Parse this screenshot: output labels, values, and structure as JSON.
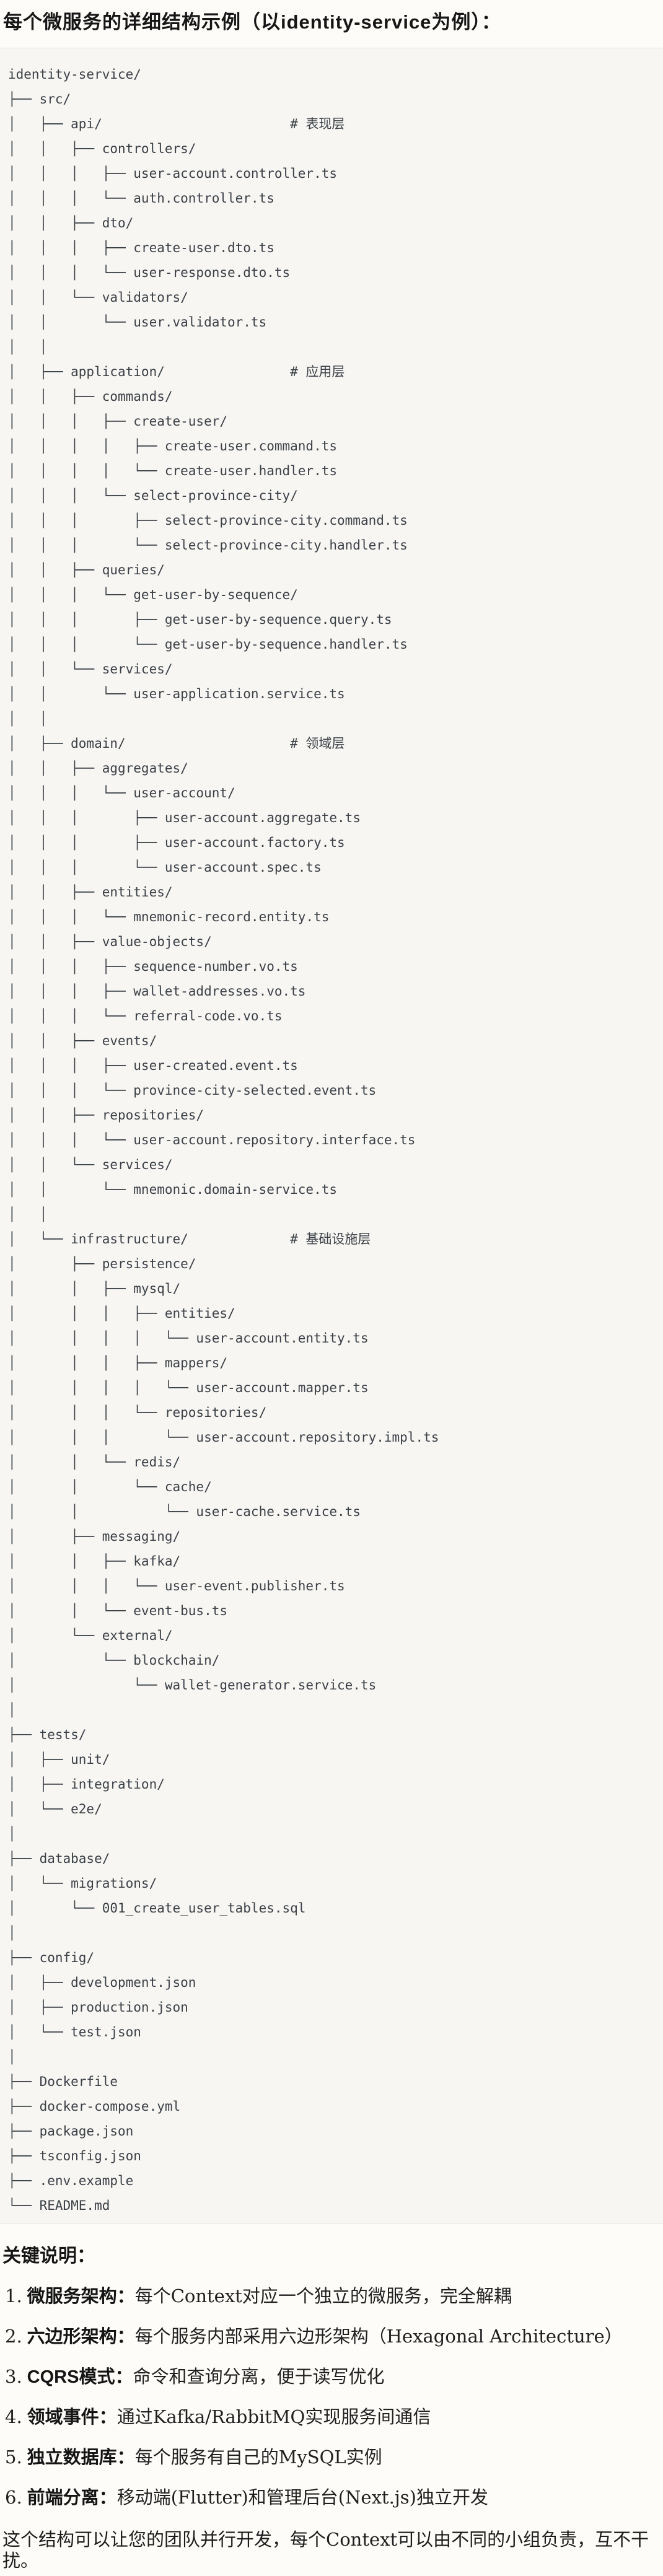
{
  "page": {
    "title": "每个微服务的详细结构示例（以identity-service为例）："
  },
  "code_block": {
    "tree_lines": [
      "identity-service/",
      "├── src/",
      "│   ├── api/                        # 表现层",
      "│   │   ├── controllers/",
      "│   │   │   ├── user-account.controller.ts",
      "│   │   │   └── auth.controller.ts",
      "│   │   ├── dto/",
      "│   │   │   ├── create-user.dto.ts",
      "│   │   │   └── user-response.dto.ts",
      "│   │   └── validators/",
      "│   │       └── user.validator.ts",
      "│   │",
      "│   ├── application/                # 应用层",
      "│   │   ├── commands/",
      "│   │   │   ├── create-user/",
      "│   │   │   │   ├── create-user.command.ts",
      "│   │   │   │   └── create-user.handler.ts",
      "│   │   │   └── select-province-city/",
      "│   │   │       ├── select-province-city.command.ts",
      "│   │   │       └── select-province-city.handler.ts",
      "│   │   ├── queries/",
      "│   │   │   └── get-user-by-sequence/",
      "│   │   │       ├── get-user-by-sequence.query.ts",
      "│   │   │       └── get-user-by-sequence.handler.ts",
      "│   │   └── services/",
      "│   │       └── user-application.service.ts",
      "│   │",
      "│   ├── domain/                     # 领域层",
      "│   │   ├── aggregates/",
      "│   │   │   └── user-account/",
      "│   │   │       ├── user-account.aggregate.ts",
      "│   │   │       ├── user-account.factory.ts",
      "│   │   │       └── user-account.spec.ts",
      "│   │   ├── entities/",
      "│   │   │   └── mnemonic-record.entity.ts",
      "│   │   ├── value-objects/",
      "│   │   │   ├── sequence-number.vo.ts",
      "│   │   │   ├── wallet-addresses.vo.ts",
      "│   │   │   └── referral-code.vo.ts",
      "│   │   ├── events/",
      "│   │   │   ├── user-created.event.ts",
      "│   │   │   └── province-city-selected.event.ts",
      "│   │   ├── repositories/",
      "│   │   │   └── user-account.repository.interface.ts",
      "│   │   └── services/",
      "│   │       └── mnemonic.domain-service.ts",
      "│   │",
      "│   └── infrastructure/             # 基础设施层",
      "│       ├── persistence/",
      "│       │   ├── mysql/",
      "│       │   │   ├── entities/",
      "│       │   │   │   └── user-account.entity.ts",
      "│       │   │   ├── mappers/",
      "│       │   │   │   └── user-account.mapper.ts",
      "│       │   │   └── repositories/",
      "│       │   │       └── user-account.repository.impl.ts",
      "│       │   └── redis/",
      "│       │       └── cache/",
      "│       │           └── user-cache.service.ts",
      "│       ├── messaging/",
      "│       │   ├── kafka/",
      "│       │   │   └── user-event.publisher.ts",
      "│       │   └── event-bus.ts",
      "│       └── external/",
      "│           └── blockchain/",
      "│               └── wallet-generator.service.ts",
      "│",
      "├── tests/",
      "│   ├── unit/",
      "│   ├── integration/",
      "│   └── e2e/",
      "│",
      "├── database/",
      "│   └── migrations/",
      "│       └── 001_create_user_tables.sql",
      "│",
      "├── config/",
      "│   ├── development.json",
      "│   ├── production.json",
      "│   └── test.json",
      "│",
      "├── Dockerfile",
      "├── docker-compose.yml",
      "├── package.json",
      "├── tsconfig.json",
      "├── .env.example",
      "└── README.md"
    ]
  },
  "notes": {
    "heading": "关键说明：",
    "items": [
      {
        "num": "1.",
        "label": "微服务架构：",
        "desc": "每个Context对应一个独立的微服务，完全解耦"
      },
      {
        "num": "2.",
        "label": "六边形架构：",
        "desc": "每个服务内部采用六边形架构（Hexagonal Architecture）"
      },
      {
        "num": "3.",
        "label": "CQRS模式：",
        "desc": "命令和查询分离，便于读写优化"
      },
      {
        "num": "4.",
        "label": "领域事件：",
        "desc": "通过Kafka/RabbitMQ实现服务间通信"
      },
      {
        "num": "5.",
        "label": "独立数据库：",
        "desc": "每个服务有自己的MySQL实例"
      },
      {
        "num": "6.",
        "label": "前端分离：",
        "desc": "移动端(Flutter)和管理后台(Next.js)独立开发"
      }
    ],
    "footer": "这个结构可以让您的团队并行开发，每个Context可以由不同的小组负责，互不干扰。"
  },
  "colors": {
    "page_bg": "#fdfcf9",
    "code_bg": "#f7f6f2",
    "code_border": "#e3e1da",
    "code_text": "#3b4047",
    "heading_text": "#161616",
    "body_text": "#1f1f1f"
  }
}
